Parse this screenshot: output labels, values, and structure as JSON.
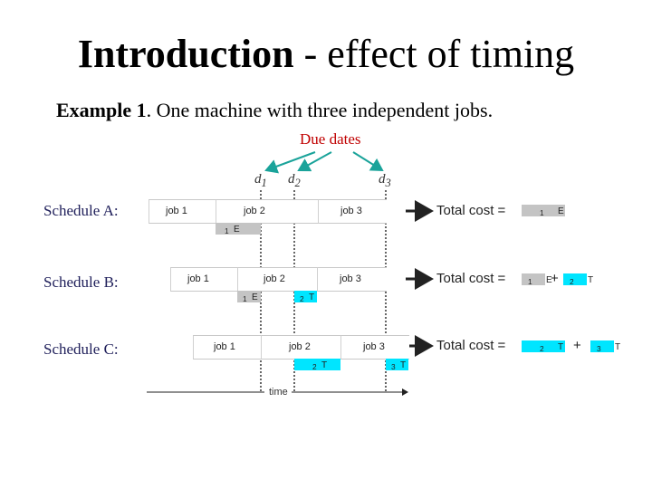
{
  "title": {
    "bold": "Introduction",
    "rest": " - effect of timing"
  },
  "subtitle": {
    "bold": "Example 1",
    "rest": ". One machine with three independent jobs."
  },
  "due_dates_label": "Due dates",
  "deadlines": [
    {
      "label": "d",
      "sub": "1"
    },
    {
      "label": "d",
      "sub": "2"
    },
    {
      "label": "d",
      "sub": "3"
    }
  ],
  "schedules": [
    {
      "label": "Schedule A:",
      "jobs": [
        "job 1",
        "job 2",
        "job 3"
      ],
      "marks": [
        {
          "text": "E",
          "sub": "1"
        }
      ],
      "cost_label": "Total cost =",
      "cost_terms": [
        {
          "text": "E",
          "sub": "1"
        }
      ]
    },
    {
      "label": "Schedule B:",
      "jobs": [
        "job 1",
        "job 2",
        "job 3"
      ],
      "marks": [
        {
          "text": "E",
          "sub": "1"
        },
        {
          "text": "T",
          "sub": "2"
        }
      ],
      "cost_label": "Total cost =",
      "cost_terms": [
        {
          "text": "E",
          "sub": "1"
        },
        {
          "text": "T",
          "sub": "2"
        }
      ],
      "plus": "+"
    },
    {
      "label": "Schedule C:",
      "jobs": [
        "job 1",
        "job 2",
        "job 3"
      ],
      "marks": [
        {
          "text": "T",
          "sub": "2"
        },
        {
          "text": "T",
          "sub": "3"
        }
      ],
      "cost_label": "Total cost =",
      "cost_terms": [
        {
          "text": "T",
          "sub": "2"
        },
        {
          "text": "T",
          "sub": "3"
        }
      ],
      "plus": "+"
    }
  ],
  "time_label": "time",
  "colors": {
    "early": "#c4c4c4",
    "tardy": "#00e5ff",
    "due_dates": "#c00000",
    "arrows": "#1aa39a"
  }
}
